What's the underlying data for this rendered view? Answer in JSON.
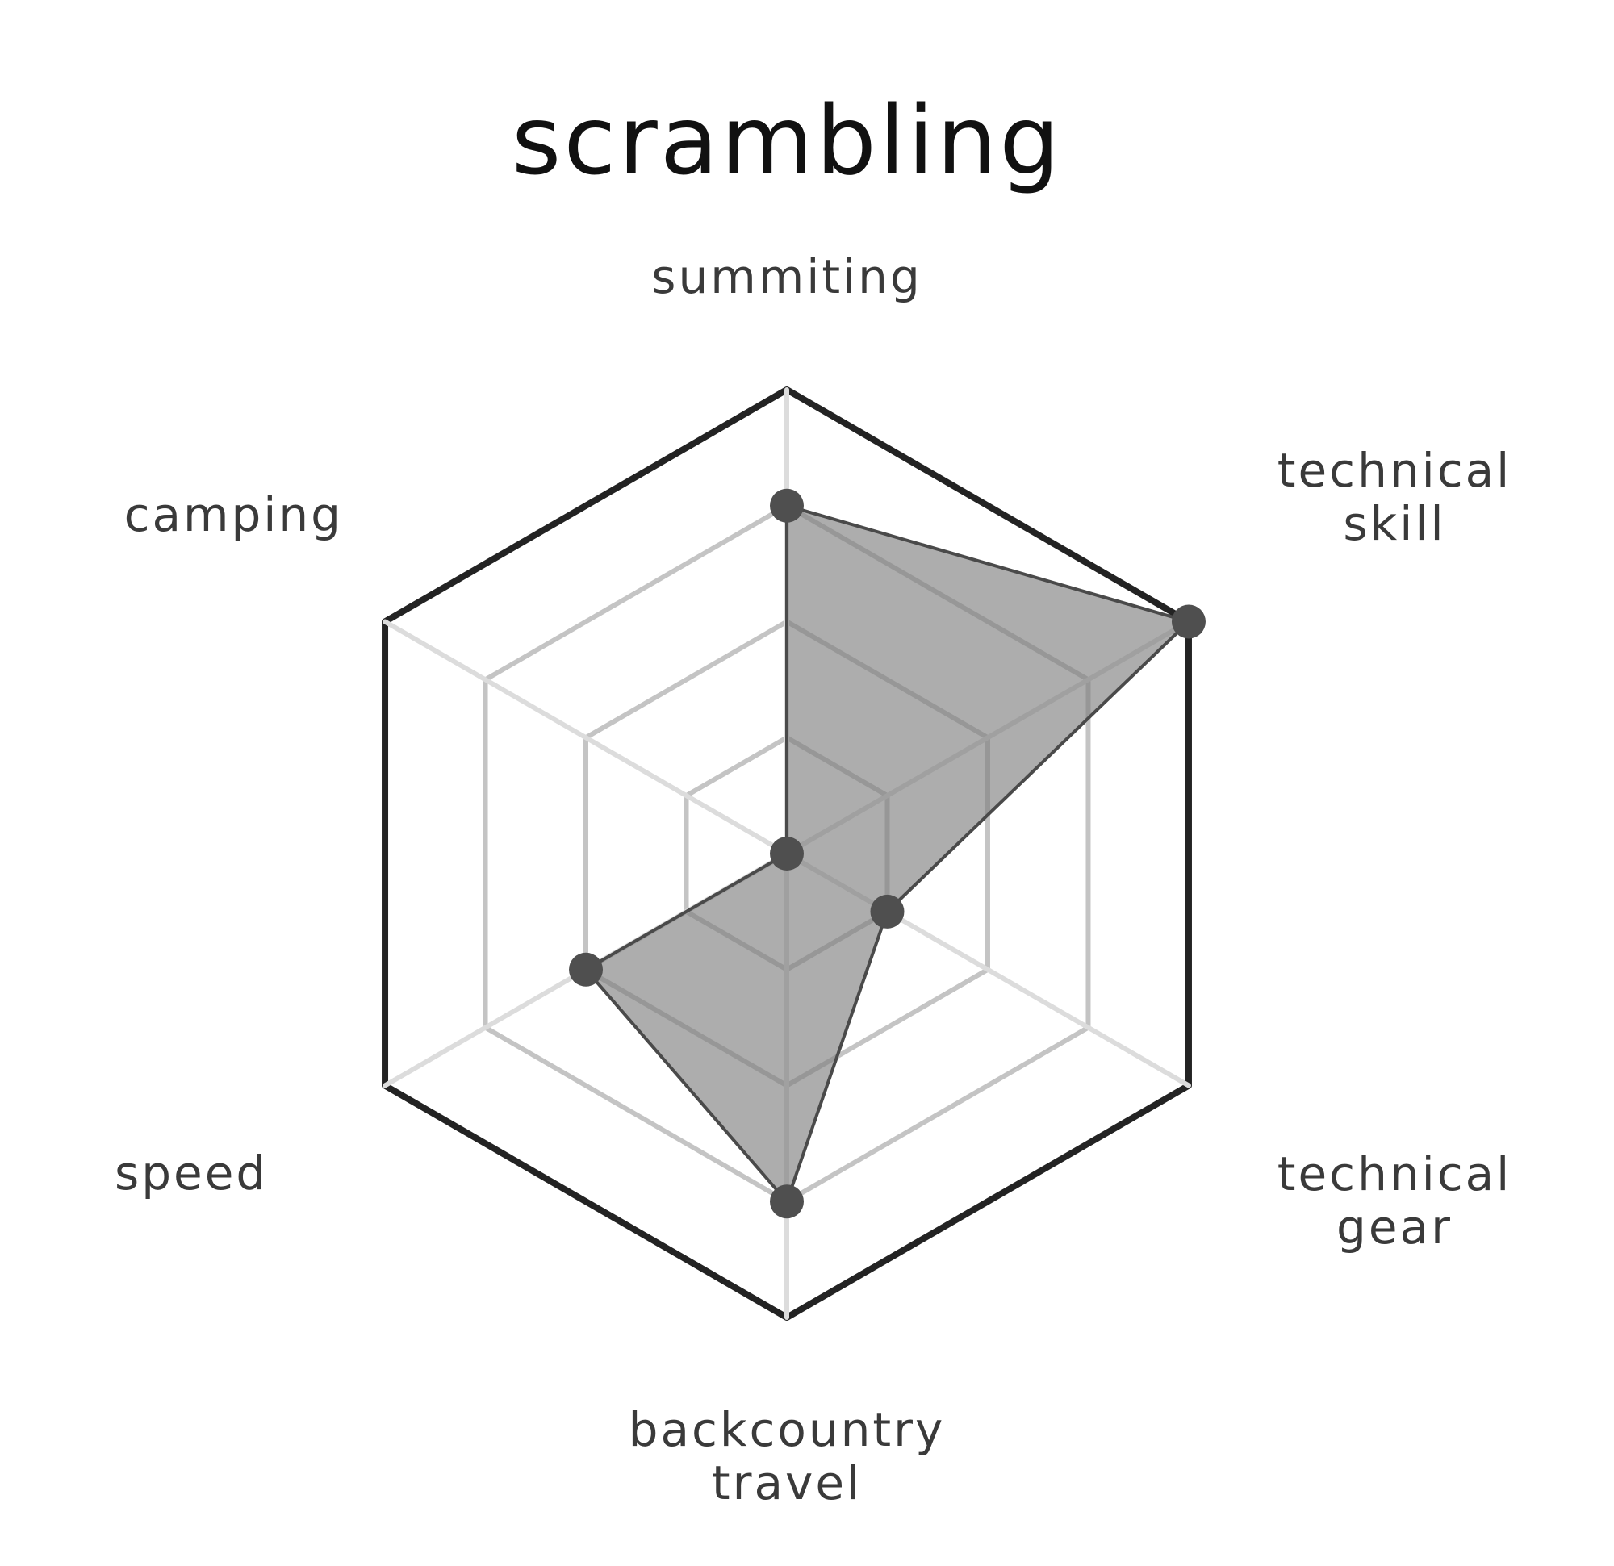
{
  "chart_data": {
    "type": "radar",
    "title": "scrambling",
    "axes": [
      {
        "key": "summiting",
        "label_lines": [
          "summiting"
        ]
      },
      {
        "key": "technical_skill",
        "label_lines": [
          "technical",
          "skill"
        ]
      },
      {
        "key": "technical_gear",
        "label_lines": [
          "technical",
          "gear"
        ]
      },
      {
        "key": "backcountry_travel",
        "label_lines": [
          "backcountry",
          "travel"
        ]
      },
      {
        "key": "speed",
        "label_lines": [
          "speed"
        ]
      },
      {
        "key": "camping",
        "label_lines": [
          "camping"
        ]
      }
    ],
    "values": [
      3,
      4,
      1,
      3,
      2,
      0
    ],
    "range": [
      0,
      4
    ],
    "grid_levels": 4,
    "legend": "none"
  },
  "colors": {
    "outer_ring": "#232323",
    "grid_ring": "#c4c4c4",
    "spoke": "#dcdcdc",
    "area_fill": "#7a7a7a",
    "area_stroke": "#4a4a4a",
    "point": "#4f4f4f",
    "title": "#111111",
    "label": "#3a3a3a"
  }
}
